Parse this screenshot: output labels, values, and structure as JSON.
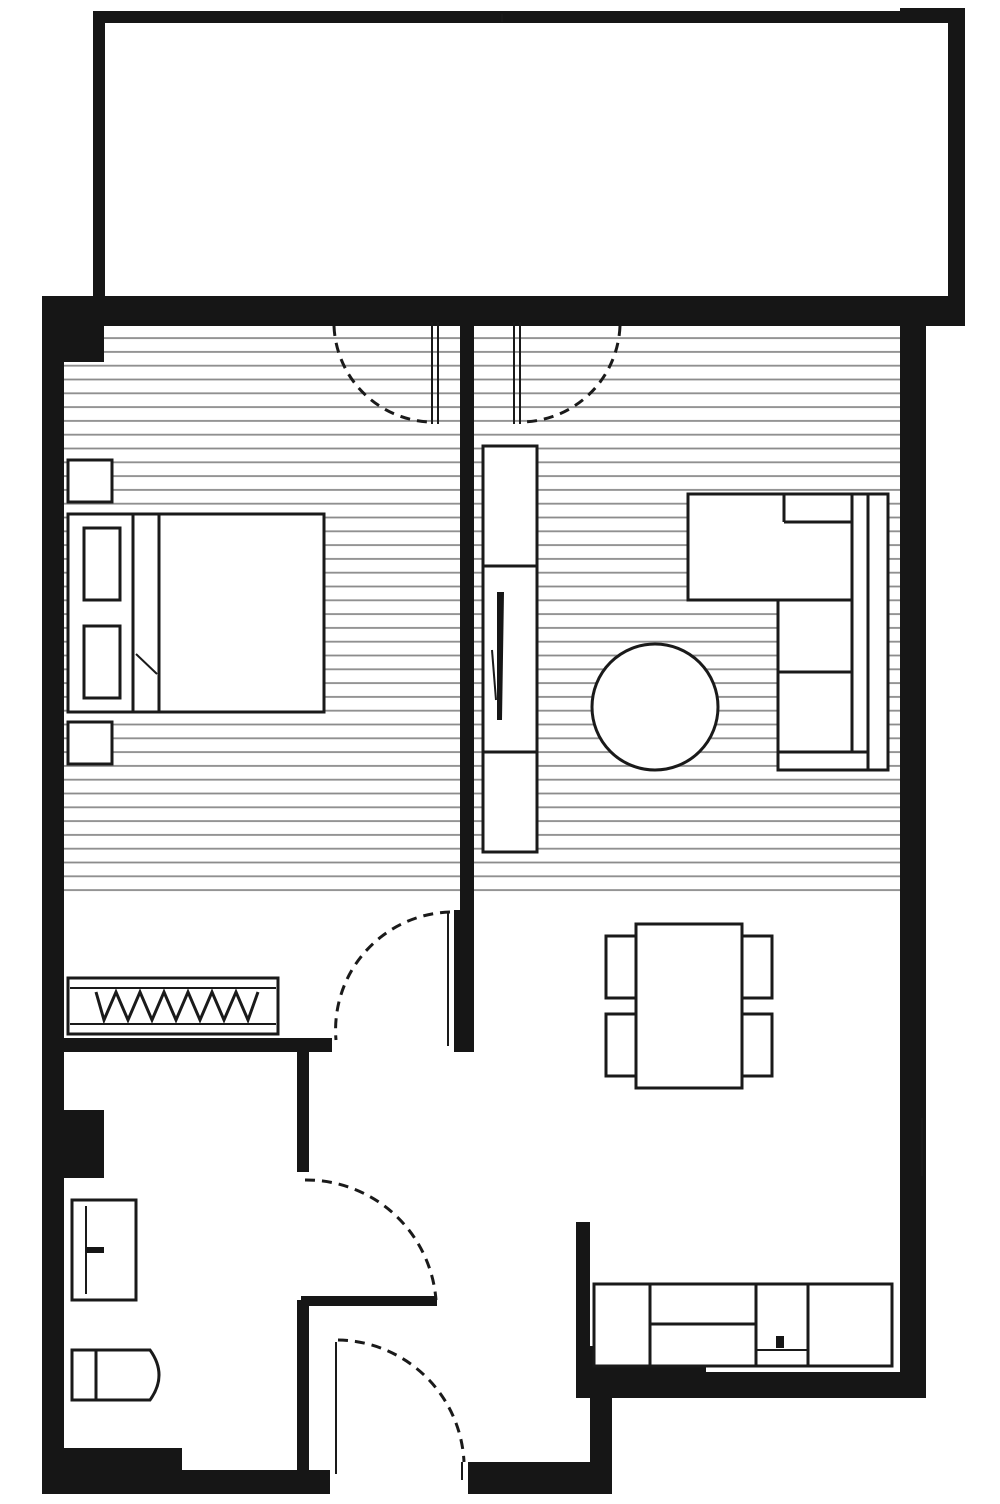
{
  "plan": {
    "colors": {
      "wall": "#161616",
      "line": "#1a1a1a",
      "floor_stripe": "#8c8c8c",
      "background": "#ffffff"
    },
    "rooms": [
      {
        "id": "balcony",
        "floor": "none"
      },
      {
        "id": "bedroom",
        "floor": "striped"
      },
      {
        "id": "living",
        "floor": "striped"
      },
      {
        "id": "entry-hall",
        "floor": "none"
      },
      {
        "id": "bathroom",
        "floor": "none"
      },
      {
        "id": "kitchen",
        "floor": "none"
      }
    ],
    "icons": [
      "double-bed-icon",
      "bedside-table-icon",
      "wardrobe-icon",
      "tv-unit-icon",
      "sofa-icon",
      "round-coffee-table-icon",
      "dining-table-icon",
      "dining-chair-icon",
      "vanity-basin-icon",
      "toilet-icon",
      "kitchen-bench-icon",
      "sink-icon",
      "door-swing-icon"
    ]
  }
}
